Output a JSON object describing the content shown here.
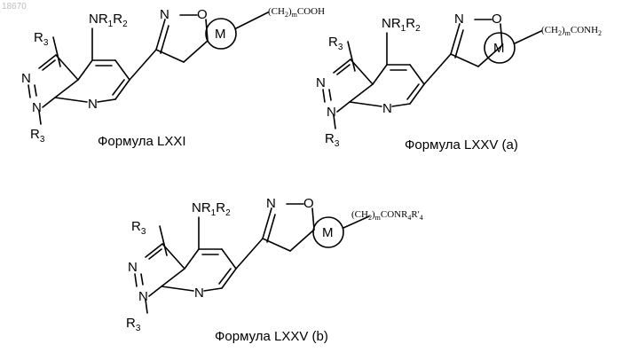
{
  "page_id": "18670",
  "atoms": {
    "R3": "R",
    "R3_sub": "3",
    "NR1R2_N": "NR",
    "NR1R2_1": "1",
    "NR1R2_R": "R",
    "NR1R2_2": "2",
    "N": "N",
    "O": "O",
    "M": "M"
  },
  "structures": [
    {
      "id": "lxxi",
      "caption": "Формула LXXI",
      "chain_open": "(CH",
      "chain_sub2": "2",
      "chain_close": ")",
      "chain_subm": "m",
      "chain_end": "COOH"
    },
    {
      "id": "lxxv-a",
      "caption": "Формула LXXV (a)",
      "chain_open": "(CH",
      "chain_sub2": "2",
      "chain_close": ")",
      "chain_subm": "m",
      "chain_end": "CONH",
      "chain_end_sub": "2"
    },
    {
      "id": "lxxv-b",
      "caption": "Формула LXXV (b)",
      "chain_open": "(CH",
      "chain_sub2": "2",
      "chain_close": ")",
      "chain_subm": "m",
      "chain_end": "CONR",
      "chain_end_sub": "4",
      "chain_end_tail": "R'",
      "chain_end_tail_sub": "4"
    }
  ]
}
